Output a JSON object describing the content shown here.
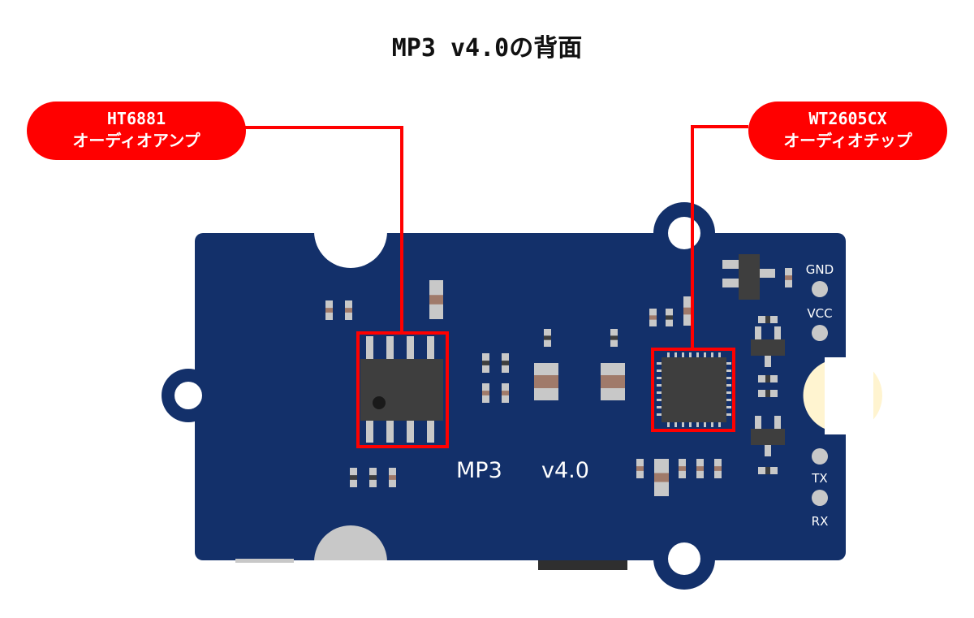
{
  "title": "MP3 v4.0の背面",
  "callouts": [
    {
      "line1": "HT6881",
      "line2": "オーディオアンプ"
    },
    {
      "line1": "WT2605CX",
      "line2": "オーディオチップ"
    }
  ],
  "board": {
    "silkscreen_name": "MP3",
    "silkscreen_version": "v4.0",
    "pins": [
      "GND",
      "VCC",
      "TX",
      "RX"
    ]
  },
  "colors": {
    "board": "#13306a",
    "highlight": "#ff0000",
    "chip": "#3e3e3e",
    "pad": "#c8c8c8"
  }
}
